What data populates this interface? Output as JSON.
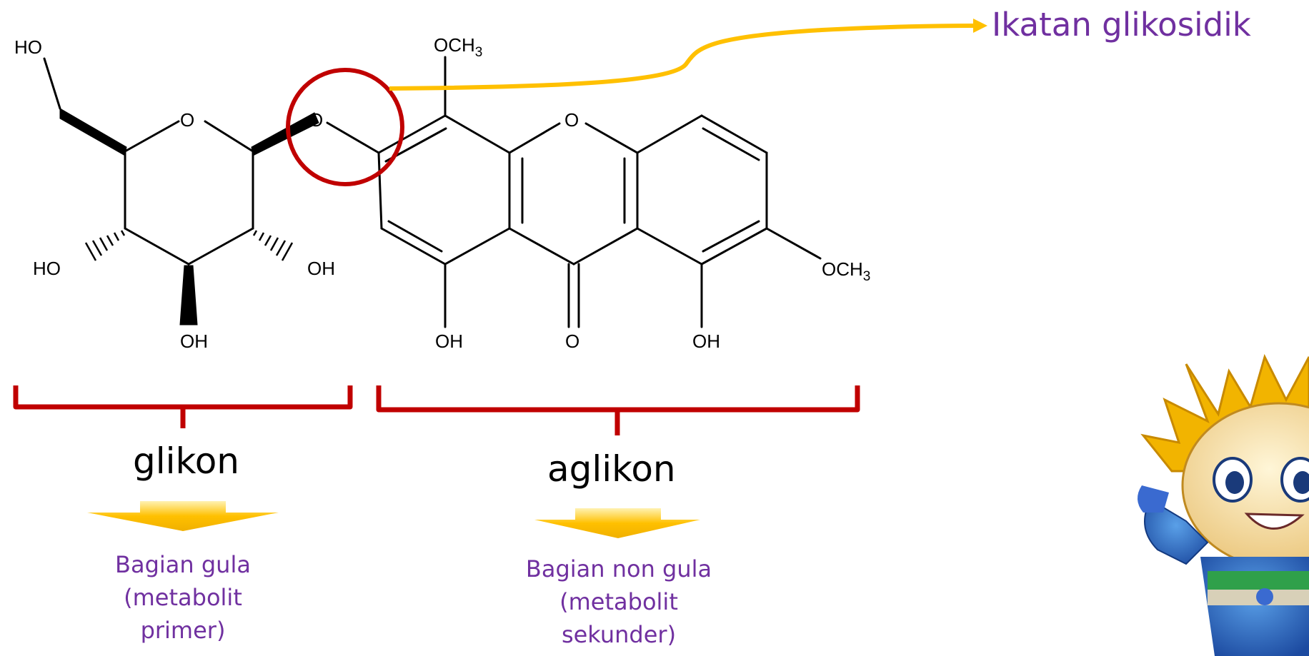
{
  "molecule": {
    "atoms": {
      "ho_top": "HO",
      "och3_top_main": "OCH",
      "och3_top_sub": "3",
      "ring_o_sugar": "O",
      "glycosidic_o": "O",
      "ring_o_xanthone": "O",
      "ho_left": "HO",
      "oh_right_sugar": "OH",
      "oh_bottom_sugar": "OH",
      "oh_aglycone_left": "OH",
      "carbonyl_o": "O",
      "oh_aglycone_right": "OH",
      "och3_right_main": "OCH",
      "och3_right_sub": "3"
    }
  },
  "callout": {
    "label": "Ikatan glikosidik",
    "color": "#ffc000",
    "circle_color": "#c00000"
  },
  "glikon": {
    "title": "glikon",
    "desc": [
      "Bagian gula",
      "(metabolit",
      "primer)"
    ]
  },
  "aglikon": {
    "title": "aglikon",
    "desc": [
      "Bagian non gula",
      "(metabolit",
      "sekunder)"
    ]
  },
  "colors": {
    "bracket": "#c00000",
    "arrow": "#ffc000",
    "text_accent": "#7030a0"
  }
}
